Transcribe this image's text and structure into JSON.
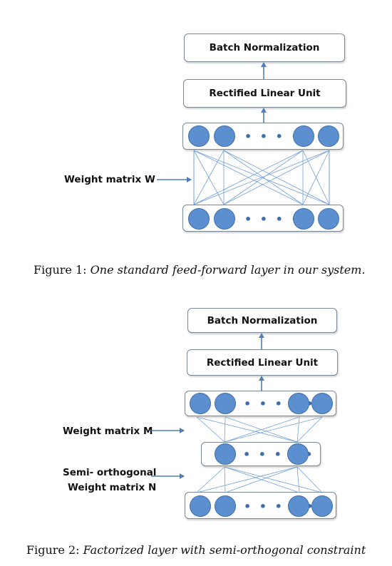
{
  "figure1": {
    "top_box": "Batch Normalization",
    "mid_box": "Rectified Linear Unit",
    "dots": "• • • • •",
    "weight_label": "Weight matrix W",
    "caption_prefix": "Figure 1:",
    "caption_text": "One standard feed-forward layer in our system."
  },
  "figure2": {
    "top_box": "Batch Normalization",
    "mid_box": "Rectified Linear Unit",
    "dots": "• • • • •",
    "weight_label_m": "Weight matrix M",
    "weight_label_n_line1": "Semi- orthogonal",
    "weight_label_n_line2": "Weight matrix N",
    "caption_prefix": "Figure 2:",
    "caption_text": "Factorized layer with semi-orthogonal constraint"
  },
  "colors": {
    "node_fill": "#5b8fd0",
    "connection_line": "#6fa0d8",
    "arrow": "#4f7fb8"
  }
}
